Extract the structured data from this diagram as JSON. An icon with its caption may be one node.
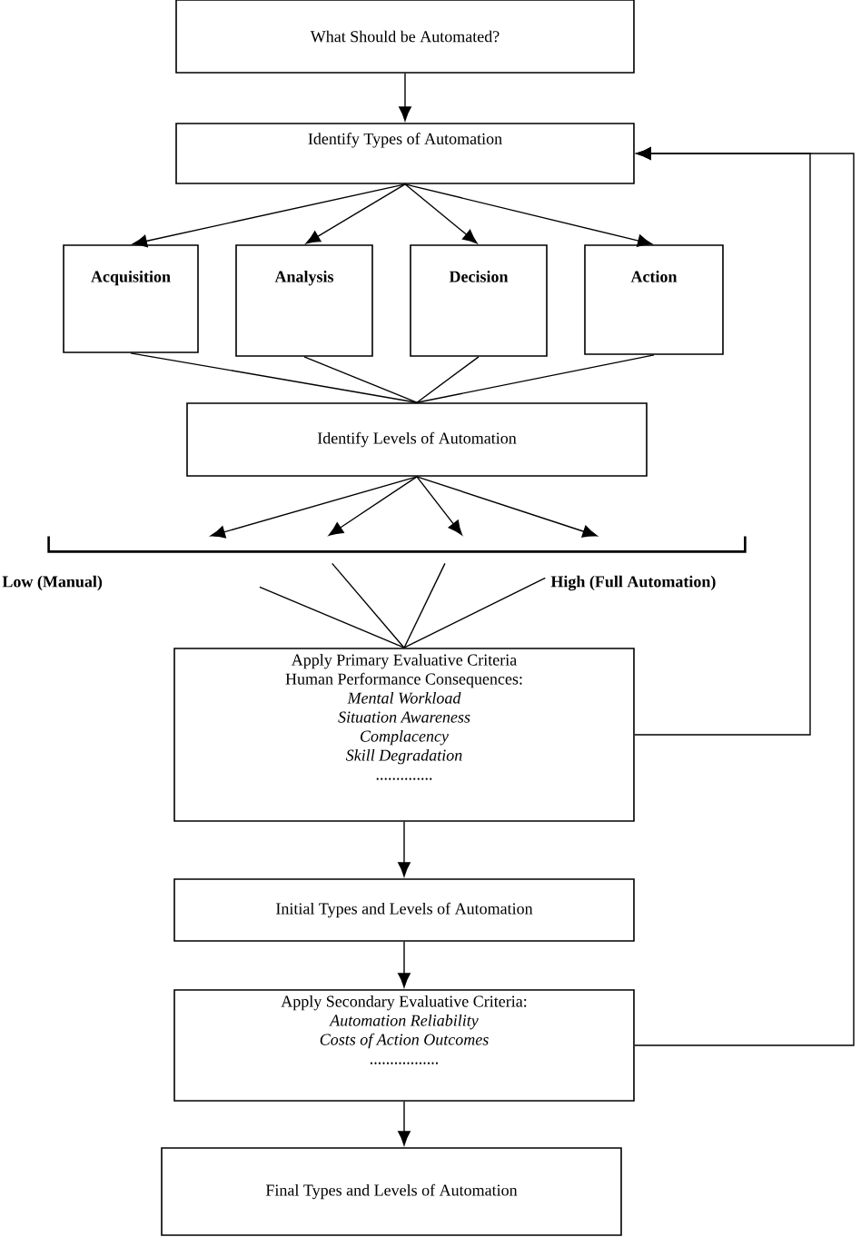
{
  "diagram": {
    "nodes": [
      {
        "text": [
          "What Should be Automated?"
        ]
      },
      {
        "text": [
          "Identify Types of Automation"
        ]
      },
      {
        "text": [
          "Acquisition"
        ]
      },
      {
        "text": [
          "Analysis"
        ]
      },
      {
        "text": [
          "Decision"
        ]
      },
      {
        "text": [
          "Action"
        ]
      },
      {
        "text": [
          "Identify Levels of Automation"
        ]
      },
      {
        "text": [],
        "shape": "bar",
        "beside": [
          "Low (Manual)",
          "High (Full Automation)"
        ]
      },
      {
        "text": [
          "Apply Primary Evaluative Criteria",
          "Human Performance Consequences:",
          "Mental Workload",
          "Situation Awareness",
          "Complacency",
          "Skill Degradation",
          ".............."
        ]
      },
      {
        "text": [
          "Initial Types and Levels of Automation"
        ]
      },
      {
        "text": [
          "Apply Secondary Evaluative Criteria:",
          "Automation Reliability",
          "Costs of Action Outcomes",
          "................."
        ]
      },
      {
        "text": [
          "Final Types and Levels of Automation"
        ]
      }
    ],
    "edges": [
      {
        "from": 0,
        "to": 1,
        "arrow": "to"
      },
      {
        "from": 1,
        "to": 2,
        "arrow": "to"
      },
      {
        "from": 1,
        "to": 3,
        "arrow": "to"
      },
      {
        "from": 1,
        "to": 4,
        "arrow": "to"
      },
      {
        "from": 1,
        "to": 5,
        "arrow": "to"
      },
      {
        "from": 2,
        "to": 6,
        "arrow": "none"
      },
      {
        "from": 3,
        "to": 6,
        "arrow": "none"
      },
      {
        "from": 4,
        "to": 6,
        "arrow": "none"
      },
      {
        "from": 5,
        "to": 6,
        "arrow": "none"
      },
      {
        "from": 6,
        "to": 7,
        "arrow": "to"
      },
      {
        "from": 6,
        "to": 7,
        "arrow": "to"
      },
      {
        "from": 6,
        "to": 7,
        "arrow": "to"
      },
      {
        "from": 6,
        "to": 7,
        "arrow": "to"
      },
      {
        "from": 7,
        "to": 8,
        "arrow": "none"
      },
      {
        "from": 7,
        "to": 8,
        "arrow": "none"
      },
      {
        "from": 7,
        "to": 8,
        "arrow": "none"
      },
      {
        "from": 7,
        "to": 8,
        "arrow": "none"
      },
      {
        "from": 8,
        "to": 9,
        "arrow": "to"
      },
      {
        "from": 9,
        "to": 10,
        "arrow": "to"
      },
      {
        "from": 10,
        "to": 11,
        "arrow": "to"
      },
      {
        "from": 8,
        "to": 1,
        "arrow": "to"
      },
      {
        "from": 10,
        "to": 1,
        "arrow": "to"
      }
    ]
  }
}
